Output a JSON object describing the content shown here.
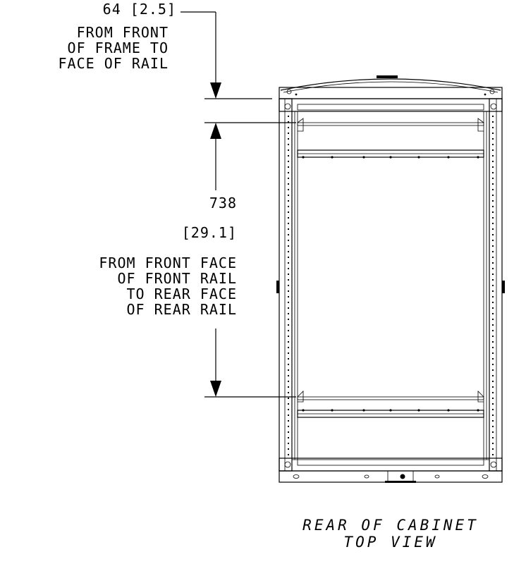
{
  "dimension_top": {
    "value": "64 [2.5]",
    "note": [
      "FROM FRONT",
      "OF FRAME TO",
      "FACE OF RAIL"
    ]
  },
  "dimension_main": {
    "value_mm": "738",
    "value_in": "[29.1]",
    "note": [
      "FROM FRONT FACE",
      "OF FRONT RAIL",
      "TO REAR FACE",
      "OF REAR RAIL"
    ]
  },
  "caption": [
    "REAR OF CABINET",
    "TOP VIEW"
  ]
}
